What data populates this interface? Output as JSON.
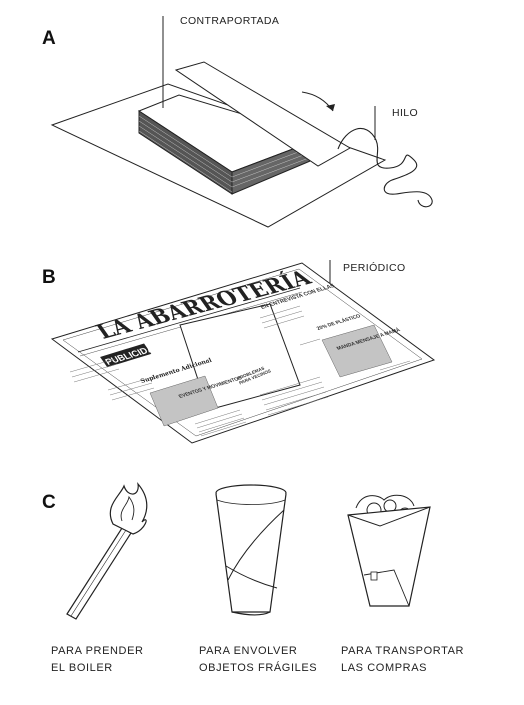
{
  "sections": [
    {
      "letter": "A",
      "callouts": [
        "CONTRAPORTADA",
        "HILO"
      ]
    },
    {
      "letter": "B",
      "callouts": [
        "PERIÓDICO"
      ]
    },
    {
      "letter": "C",
      "captions": [
        {
          "line1": "PARA PRENDER",
          "line2": "EL BOILER"
        },
        {
          "line1": "PARA ENVOLVER",
          "line2": "OBJETOS FRÁGILES"
        },
        {
          "line1": "PARA TRANSPORTAR",
          "line2": "LAS COMPRAS"
        }
      ]
    }
  ],
  "newspaper": {
    "masthead": "LA ABARROTERÍA",
    "headlines": [
      "PUBLICIDAD",
      "Suplemento Adicional",
      "EVENTOS Y MOVIMIENTOS",
      "EN ENTREVISTA CON ELLAS",
      "20% DE PLÁSTICO",
      "MANDA MENSAJE A MAMÁ"
    ]
  },
  "colors": {
    "ink": "#1a1a1a",
    "paper": "#ffffff",
    "shade": "#bdbdbd"
  }
}
